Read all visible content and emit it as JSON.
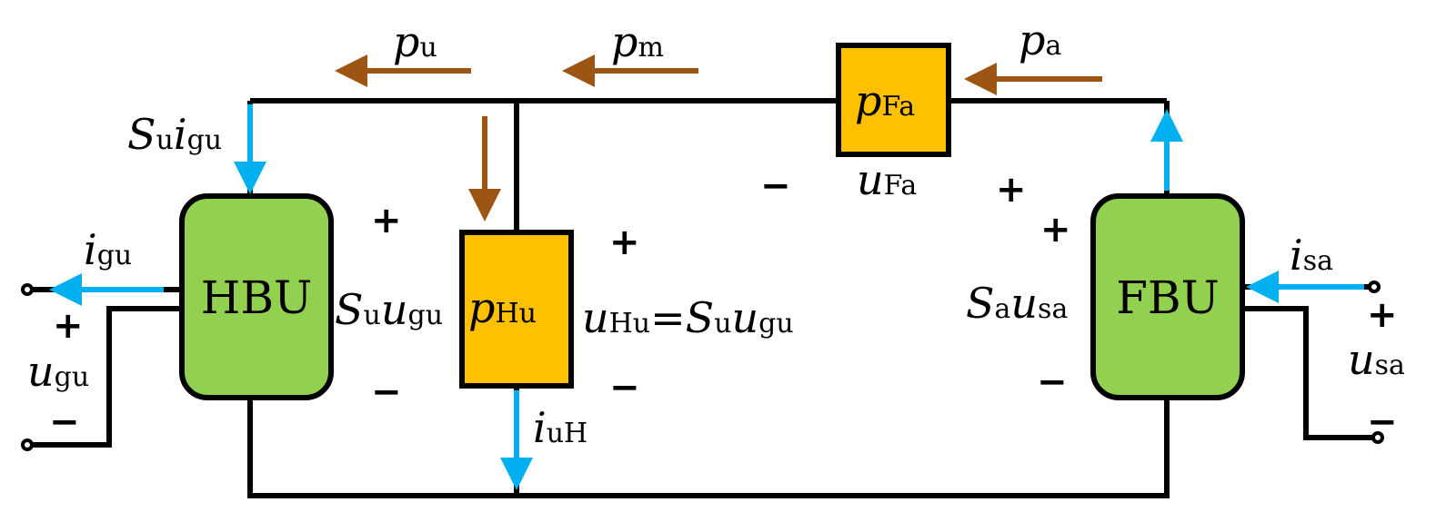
{
  "colors": {
    "wire": "#000000",
    "green_block": "#92d050",
    "orange_block": "#ffc000",
    "blue_arrow": "#00b0f0",
    "brown_arrow": "#9c5512"
  },
  "blocks": {
    "hbu": {
      "label": "HBU"
    },
    "fbu": {
      "label": "FBU"
    },
    "pfa": {
      "main": "p",
      "sub": "Fa"
    },
    "phu": {
      "main": "p",
      "sub": "Hu"
    }
  },
  "power_flows": {
    "pu": {
      "main": "p",
      "sub": "u"
    },
    "pm": {
      "main": "p",
      "sub": "m"
    },
    "pa": {
      "main": "p",
      "sub": "a"
    }
  },
  "labels": {
    "su_igu": {
      "s": "S",
      "s_sub": "u",
      "v": "i",
      "v_sub": "gu"
    },
    "igu": {
      "main": "i",
      "sub": "gu"
    },
    "ugu": {
      "main": "u",
      "sub": "gu"
    },
    "su_ugu": {
      "s": "S",
      "s_sub": "u",
      "v": "u",
      "v_sub": "gu"
    },
    "uhu_eq": {
      "main": "u",
      "sub": "Hu",
      "eq": "=",
      "s": "S",
      "s_sub": "u",
      "v": "u",
      "v_sub": "gu"
    },
    "iuh": {
      "main": "i",
      "sub": "uH"
    },
    "ufa": {
      "main": "u",
      "sub": "Fa"
    },
    "sa_usa": {
      "s": "S",
      "s_sub": "a",
      "v": "u",
      "v_sub": "sa"
    },
    "isa": {
      "main": "i",
      "sub": "sa"
    },
    "usa": {
      "main": "u",
      "sub": "sa"
    }
  },
  "signs": {
    "plus": "+",
    "minus": "−"
  }
}
